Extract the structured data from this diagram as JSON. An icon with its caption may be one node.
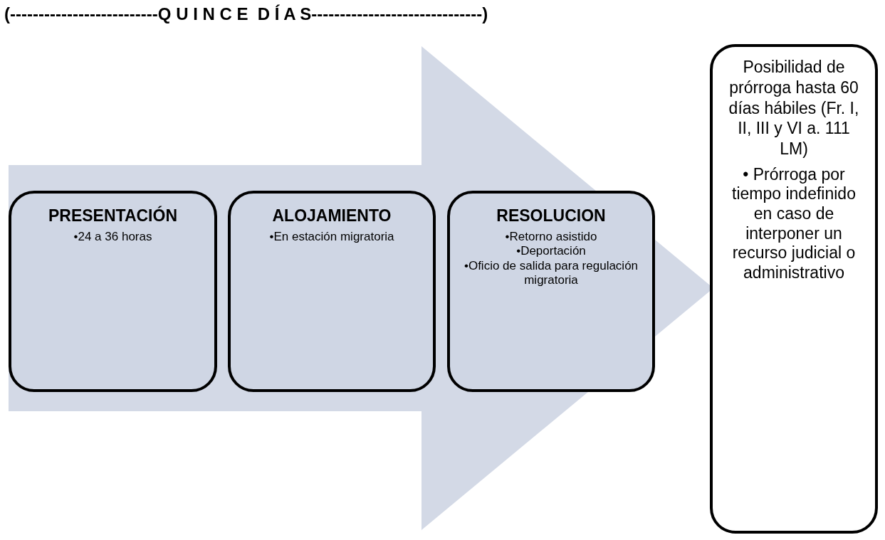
{
  "diagram": {
    "title": "(--------------------------Q U I N C E  D Í A S------------------------------)",
    "nodes": [
      {
        "text": [
          "PRESENTACIÓN",
          "•24 a  36 horas"
        ]
      },
      {
        "text": [
          "ALOJAMIENTO",
          "•En estación migratoria"
        ]
      },
      {
        "text": [
          "RESOLUCION",
          "•Retorno asistido",
          "•Deportación",
          "•Oficio de salida para regulación migratoria"
        ]
      },
      {
        "text": [
          "Posibilidad de prórroga hasta 60 días hábiles (Fr. I, II, III y VI a. 111 LM)",
          "• Prórroga por tiempo indefinido en caso de interponer un recurso judicial o administrativo"
        ]
      }
    ],
    "edges": [
      {
        "from": 0,
        "to": 3,
        "arrow": "to",
        "style": "thick"
      }
    ]
  }
}
